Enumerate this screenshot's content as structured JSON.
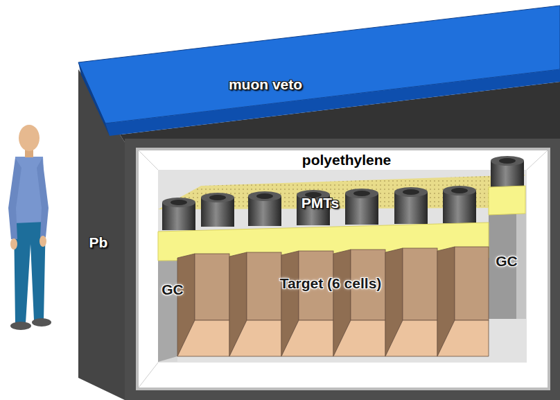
{
  "diagram": {
    "nodes": [
      {
        "text": [
          "muon veto"
        ]
      },
      {
        "text": [
          "Pb"
        ]
      },
      {
        "text": [
          "polyethylene"
        ],
        "in": 1
      },
      {
        "text": [
          "PMTs"
        ],
        "in": 2
      },
      {
        "text": [
          "GC"
        ],
        "in": 2
      },
      {
        "text": [
          "Target (6 cells)"
        ],
        "in": 2
      },
      {
        "text": [
          "GC"
        ],
        "in": 2
      }
    ]
  }
}
